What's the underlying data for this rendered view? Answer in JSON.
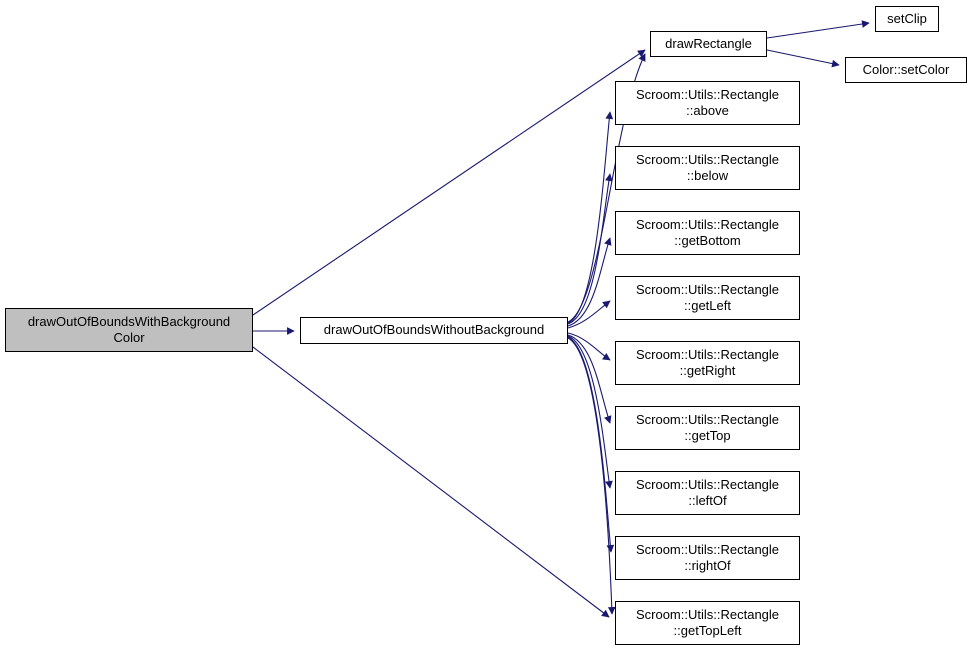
{
  "diagram_type": "call-graph",
  "colors": {
    "edge": "#191970",
    "node_border": "#000000",
    "node_bg": "#ffffff",
    "highlight_node_bg": "#bfbfbf"
  },
  "nodes": {
    "drawOutOfBoundsWithBackgroundColor": {
      "line1": "drawOutOfBoundsWithBackground",
      "line2": "Color"
    },
    "drawOutOfBoundsWithoutBackground": {
      "label": "drawOutOfBoundsWithoutBackground"
    },
    "drawRectangle": {
      "label": "drawRectangle"
    },
    "setClip": {
      "label": "setClip"
    },
    "colorSetColor": {
      "label": "Color::setColor"
    },
    "rectAbove": {
      "line1": "Scroom::Utils::Rectangle",
      "line2": "::above"
    },
    "rectBelow": {
      "line1": "Scroom::Utils::Rectangle",
      "line2": "::below"
    },
    "rectGetBottom": {
      "line1": "Scroom::Utils::Rectangle",
      "line2": "::getBottom"
    },
    "rectGetLeft": {
      "line1": "Scroom::Utils::Rectangle",
      "line2": "::getLeft"
    },
    "rectGetRight": {
      "line1": "Scroom::Utils::Rectangle",
      "line2": "::getRight"
    },
    "rectGetTop": {
      "line1": "Scroom::Utils::Rectangle",
      "line2": "::getTop"
    },
    "rectLeftOf": {
      "line1": "Scroom::Utils::Rectangle",
      "line2": "::leftOf"
    },
    "rectRightOf": {
      "line1": "Scroom::Utils::Rectangle",
      "line2": "::rightOf"
    },
    "rectGetTopLeft": {
      "line1": "Scroom::Utils::Rectangle",
      "line2": "::getTopLeft"
    }
  },
  "edges": [
    {
      "from": "drawOutOfBoundsWithBackgroundColor",
      "to": "drawRectangle"
    },
    {
      "from": "drawOutOfBoundsWithBackgroundColor",
      "to": "drawOutOfBoundsWithoutBackground"
    },
    {
      "from": "drawOutOfBoundsWithBackgroundColor",
      "to": "rectGetTopLeft"
    },
    {
      "from": "drawOutOfBoundsWithoutBackground",
      "to": "drawRectangle"
    },
    {
      "from": "drawOutOfBoundsWithoutBackground",
      "to": "rectAbove"
    },
    {
      "from": "drawOutOfBoundsWithoutBackground",
      "to": "rectBelow"
    },
    {
      "from": "drawOutOfBoundsWithoutBackground",
      "to": "rectGetBottom"
    },
    {
      "from": "drawOutOfBoundsWithoutBackground",
      "to": "rectGetLeft"
    },
    {
      "from": "drawOutOfBoundsWithoutBackground",
      "to": "rectGetRight"
    },
    {
      "from": "drawOutOfBoundsWithoutBackground",
      "to": "rectGetTop"
    },
    {
      "from": "drawOutOfBoundsWithoutBackground",
      "to": "rectLeftOf"
    },
    {
      "from": "drawOutOfBoundsWithoutBackground",
      "to": "rectRightOf"
    },
    {
      "from": "drawOutOfBoundsWithoutBackground",
      "to": "rectGetTopLeft"
    },
    {
      "from": "drawRectangle",
      "to": "setClip"
    },
    {
      "from": "drawRectangle",
      "to": "colorSetColor"
    }
  ]
}
